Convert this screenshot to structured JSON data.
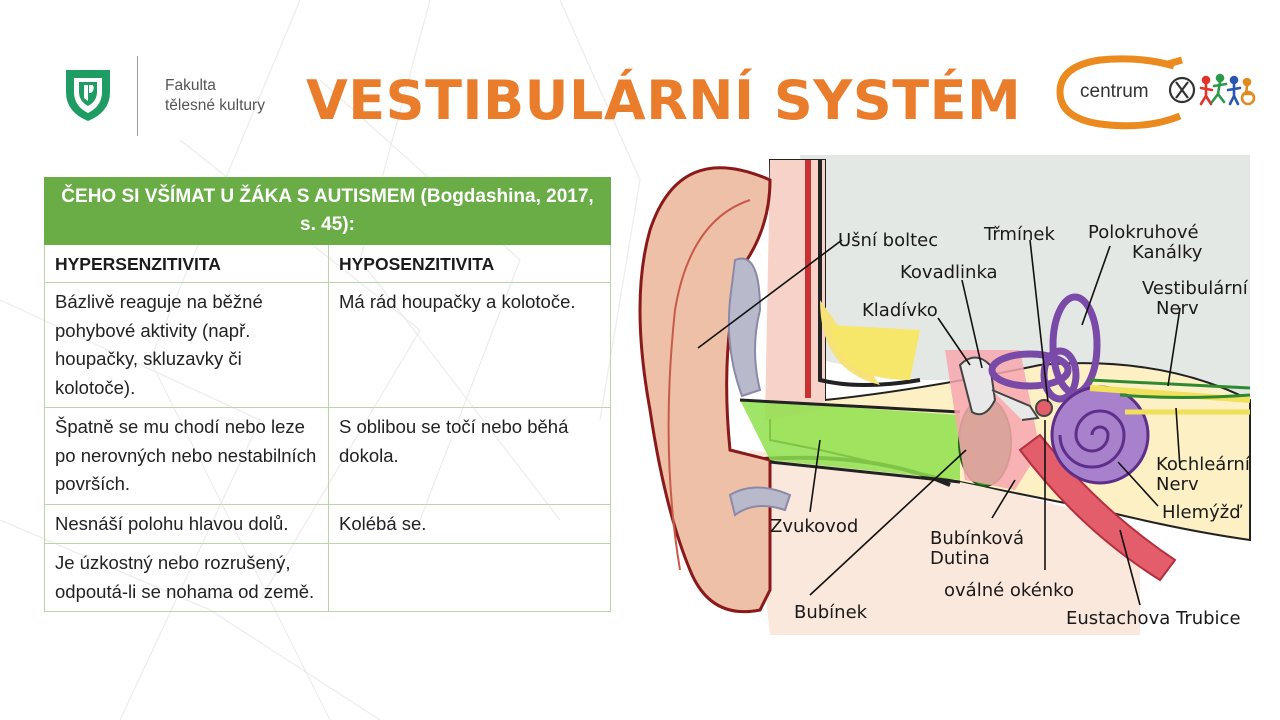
{
  "header": {
    "faculty_line1": "Fakulta",
    "faculty_line2": "tělesné kultury",
    "title": "VESTIBULÁRNÍ SYSTÉM",
    "centrum_label": "centrum"
  },
  "colors": {
    "title": "#ea7d2c",
    "table_header": "#6aad47",
    "logo_green": "#1f9b64"
  },
  "table": {
    "caption": "ČEHO SI VŠÍMAT U ŽÁKA S AUTISMEM (Bogdashina, 2017, s. 45):",
    "columns": [
      "HYPERSENZITIVITA",
      "HYPOSENZITIVITA"
    ],
    "rows": [
      [
        "Bázlivě reaguje na běžné pohybové aktivity (např. houpačky, skluzavky či kolotoče).",
        "Má rád houpačky a kolotoče."
      ],
      [
        "Špatně se mu chodí nebo leze po nerovných nebo nestabilních površích.",
        "S oblibou se točí nebo běhá dokola."
      ],
      [
        "Nesnáší polohu hlavou dolů.",
        "Kolébá se."
      ],
      [
        "Je úzkostný nebo rozrušený, odpoutá-li se nohama od země.",
        ""
      ]
    ]
  },
  "diagram": {
    "labels": {
      "usni_boltec": "Ušní boltec",
      "trminek": "Třmínek",
      "polokruhove_1": "Polokruhové",
      "polokruhove_2": "Kanálky",
      "kovadlinka": "Kovadlinka",
      "vestibularni_1": "Vestibulární",
      "vestibularni_2": "Nerv",
      "kladivko": "Kladívko",
      "kochlearni_1": "Kochleární",
      "kochlearni_2": "Nerv",
      "hlemyzd": "Hlemýžď",
      "zvukovod": "Zvukovod",
      "bubinkova_1": "Bubínková",
      "bubinkova_2": "Dutina",
      "ovalne_okenko": "oválné okénko",
      "bubinek": "Bubínek",
      "eustachova": "Eustachova Trubice"
    }
  }
}
